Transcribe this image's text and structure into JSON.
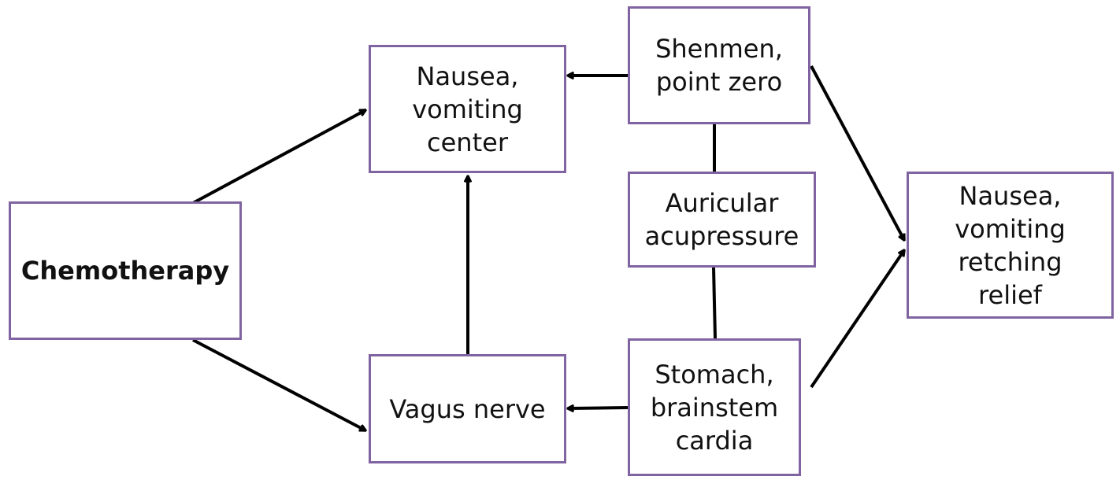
{
  "boxes": {
    "chemotherapy": "Chemotherapy",
    "nausea_center": "Nausea,\nvomiting\ncenter",
    "vagus_nerve": "Vagus nerve",
    "shenmen": "Shenmen,\npoint zero",
    "auricular": "Auricular\nacupressure",
    "stomach": "Stomach,\nbrainstem\ncardia",
    "relief": "Nausea,\nvomiting\nretching\nrelief"
  },
  "colors": {
    "box_border": "#8064a2",
    "arrow": "#000000"
  }
}
